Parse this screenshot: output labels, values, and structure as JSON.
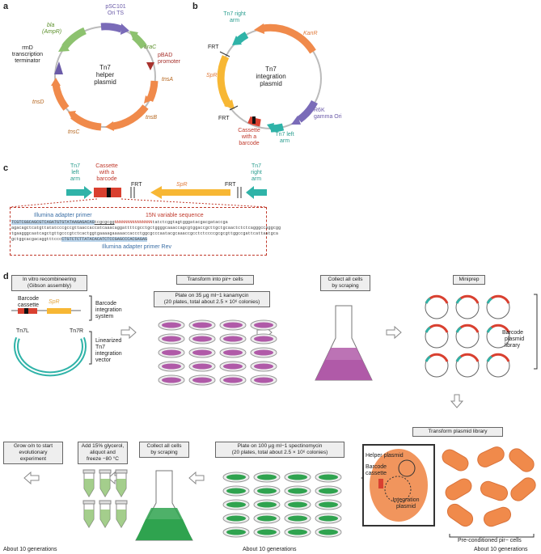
{
  "panels": {
    "a": "a",
    "b": "b",
    "c": "c",
    "d": "d"
  },
  "a": {
    "center1": "Tn7",
    "center2": "helper",
    "center3": "plasmid",
    "psc1": "pSC101",
    "psc2": "Ori TS",
    "bla1": "bla",
    "bla2": "(AmpR)",
    "rrnd1": "rrnD",
    "rrnd2": "transcription",
    "rrnd3": "terminator",
    "arac": "araC",
    "pbad1": "pBAD",
    "pbad2": "promoter",
    "tnsA": "tnsA",
    "tnsB": "tnsB",
    "tnsC": "tnsC",
    "tnsD": "tnsD"
  },
  "b": {
    "center1": "Tn7",
    "center2": "integration",
    "center3": "plasmid",
    "tn7r1": "Tn7 right",
    "tn7r2": "arm",
    "frt": "FRT",
    "kanr": "KanR",
    "spr": "SpR",
    "r6k1": "R6K",
    "r6k2": "gamma Ori",
    "frt2": "FRT",
    "cas1": "Cassette",
    "cas2": "with a",
    "cas3": "barcode",
    "tn7l1": "Tn7 left",
    "tn7l2": "arm"
  },
  "c": {
    "tn7l1": "Tn7",
    "tn7l2": "left",
    "tn7l3": "arm",
    "cas1": "Cassette",
    "cas2": "with a",
    "cas3": "barcode",
    "frt1": "FRT",
    "spr": "SpR",
    "frt2": "FRT",
    "tn7r1": "Tn7",
    "tn7r2": "right",
    "tn7r3": "arm",
    "adapter": "Illumina adapter primer",
    "variable": "15N variable sequence",
    "seq1a": "TCGTCGGCAGCGTCAGATGTGTATAAGAGACAG",
    "seq1b": "tcgcgcgg",
    "seq1c": "NNNNNNNNNNNNNNN",
    "seq1d": "tatctcggtagtgggatacgacgataccga",
    "seq2": "agacagctcatgttatatcccgccgttaaccaccatcaaacaggattttcgcctgctggggcaaaccagcgtggaccgcttgctgcaactctctcagggccaggcgg",
    "seq3": "tgaagggcaatcagctgttgcccgtctcactggtgaaaagaaaaaccaccctggcgcccaatacgcaaaccgcctctccccgcgcgttggccgattcattaatgca",
    "seq4a": "gctggcacgacaggtttccc",
    "seq4b": "CTGTCTCTTATACACATCTCCGAGCCCACGAGAG",
    "adapterRev": "Illumina adapter primer Rev"
  },
  "d": {
    "vitro1": "In vitro recombineering",
    "vitro2": "(Gibson assembly)",
    "barcode1": "Barcode",
    "barcode2": "cassette",
    "spr": "SpR",
    "bis1": "Barcode",
    "bis2": "integration",
    "bis3": "system",
    "tn7l": "Tn7L",
    "tn7r": "Tn7R",
    "lin1": "Linearized",
    "lin2": "Tn7",
    "lin3": "integration",
    "lin4": "vector",
    "transform": "Transform into pir+ cells",
    "plate1": "Plate on 35 μg ml−1 kanamycin",
    "plate2": "(20 plates, total about 2.5 × 10⁶ colonies)",
    "collect1a": "Collect all cells",
    "collect1b": "by scraping",
    "miniprep": "Miniprep",
    "lib1": "Barcode",
    "lib2": "plasmid",
    "lib3": "library",
    "translib": "Transform plasmid library",
    "plate3": "Plate on 100 μg ml−1 spectinomycin",
    "plate4": "(20 plates, total about 2.5 × 10⁶ colonies)",
    "collect2a": "Collect all cells",
    "collect2b": "by scraping",
    "glycerol1": "Add 15% glycerol,",
    "glycerol2": "aliquot and",
    "glycerol3": "freeze −80 °C",
    "grow1": "Grow o/n to start",
    "grow2": "evolutionary",
    "grow3": "experiment",
    "helper": "Helper plasmid",
    "bc1": "Barcode",
    "bc2": "cassette",
    "integ1": "Integration",
    "integ2": "plasmid",
    "precond": "Pre-conditioned pir− cells",
    "gen1": "About 10 generations",
    "gen2": "About 10 generations",
    "gen3": "About 10 generations"
  },
  "colors": {
    "teal": "#2fb3a8",
    "red": "#d94030",
    "orange": "#f08a4b",
    "yellow": "#f7b734",
    "purple": "#7a6bb8",
    "green": "#8dc26f",
    "magenta": "#b05aa8",
    "darkgreen": "#2fa34f"
  }
}
